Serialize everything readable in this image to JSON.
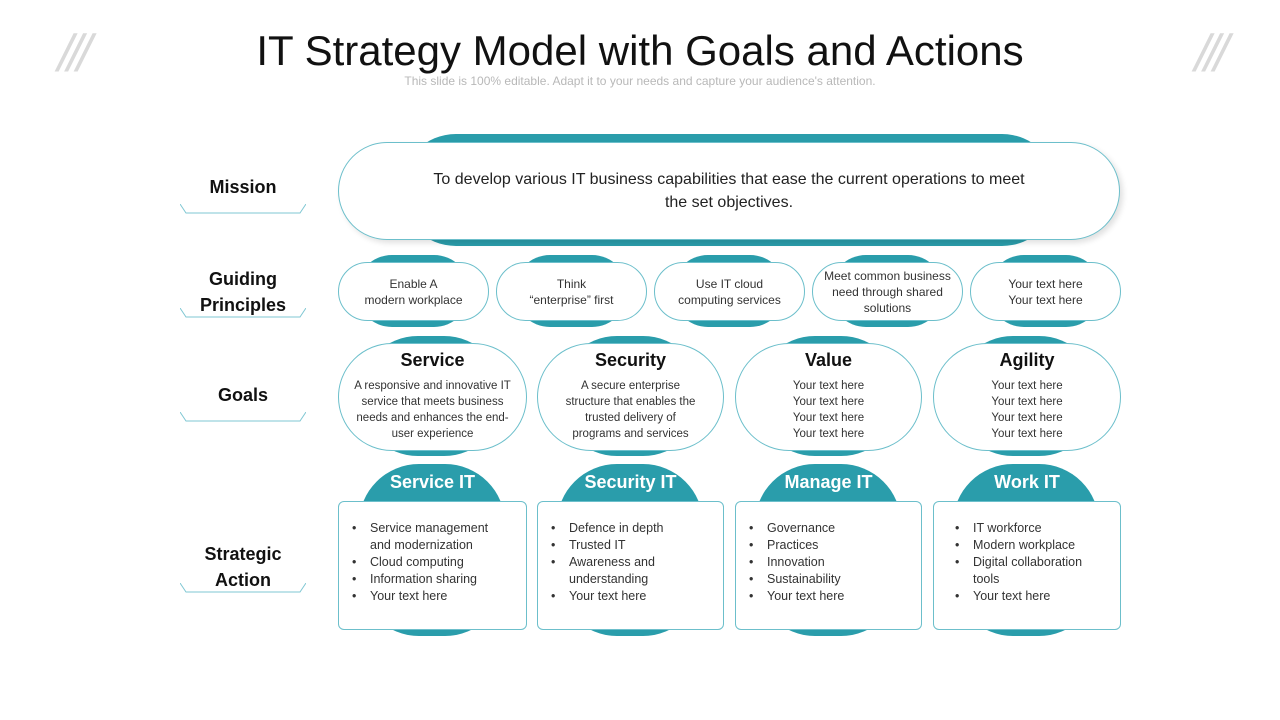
{
  "header": {
    "title": "IT Strategy Model with Goals and Actions",
    "subtitle": "This slide is 100% editable. Adapt it to your needs and capture your audience's attention.",
    "decoration": "///"
  },
  "row_labels": {
    "mission": "Mission",
    "guiding_line1": "Guiding",
    "guiding_line2": "Principles",
    "goals": "Goals",
    "strategic_line1": "Strategic",
    "strategic_line2": "Action"
  },
  "mission": {
    "text": "To develop various IT business capabilities that ease the current operations to meet the set objectives."
  },
  "principles": [
    {
      "line1": "Enable A",
      "line2": "modern workplace",
      "line3": ""
    },
    {
      "line1": "Think",
      "line2": "“enterprise” first",
      "line3": ""
    },
    {
      "line1": "Use IT cloud",
      "line2": "computing services",
      "line3": ""
    },
    {
      "line1": "Meet common business",
      "line2": "need through shared",
      "line3": "solutions"
    },
    {
      "line1": "Your text here",
      "line2": "Your text here",
      "line3": ""
    }
  ],
  "goals": [
    {
      "title": "Service",
      "lines": [
        "A responsive and innovative IT",
        "service that meets business",
        "needs and enhances the end-",
        "user experience"
      ]
    },
    {
      "title": "Security",
      "lines": [
        "A secure enterprise",
        "structure that enables the",
        "trusted delivery of",
        "programs and services"
      ]
    },
    {
      "title": "Value",
      "lines": [
        "Your text here",
        "Your text here",
        "Your text here",
        "Your text here"
      ]
    },
    {
      "title": "Agility",
      "lines": [
        "Your text here",
        "Your text here",
        "Your text here",
        "Your text here"
      ]
    }
  ],
  "actions": [
    {
      "title": "Service IT",
      "items": [
        "Service management",
        "and modernization",
        "Cloud computing",
        "Information sharing",
        "Your text here"
      ]
    },
    {
      "title": "Security IT",
      "items": [
        "Defence in depth",
        "Trusted IT",
        "Awareness and",
        "understanding",
        "Your text here"
      ]
    },
    {
      "title": "Manage IT",
      "items": [
        "Governance",
        "Practices",
        "Innovation",
        "Sustainability",
        "Your text here"
      ]
    },
    {
      "title": "Work IT",
      "items": [
        "IT workforce",
        "Modern workplace",
        "Digital collaboration",
        "tools",
        "Your text here"
      ]
    }
  ],
  "colors": {
    "teal": "#2a9dab",
    "border": "#6cbfcb",
    "label_line": "#7fc7d3"
  }
}
